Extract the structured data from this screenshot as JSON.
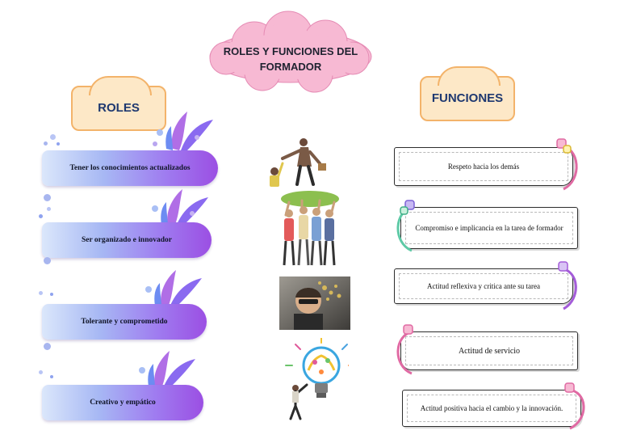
{
  "title": "ROLES Y FUNCIONES DEL FORMADOR",
  "roles_header": "ROLES",
  "functions_header": "FUNCIONES",
  "roles": [
    {
      "label": "Tener los conocimientos actualizados"
    },
    {
      "label": "Ser organizado e innovador"
    },
    {
      "label": "Tolerante y comprometido"
    },
    {
      "label": "Creativo y empático"
    }
  ],
  "functions": [
    {
      "label": "Respeto hacia los demás"
    },
    {
      "label": "Compromiso e implicancia en la tarea de formador"
    },
    {
      "label": "Actitud reflexiva y critica ante su tarea"
    },
    {
      "label": "Actitud de servicio"
    },
    {
      "label": "Actitud positiva hacia el cambio y la innovación."
    }
  ],
  "colors": {
    "cloud": "#f7b9d3",
    "plaque_fill": "#fde8c7",
    "plaque_border": "#f3b36a",
    "plaque_text": "#1e3870",
    "bar_start": "#dbe7fb",
    "bar_end": "#9b4fe3",
    "accent_pink": "#e06aa3",
    "accent_purple": "#a45cd9",
    "accent_green": "#5ec9a6"
  },
  "icons": [
    "splash-decoration-icon",
    "person-illustration-icon",
    "group-illustration-icon",
    "thinking-person-icon",
    "lightbulb-idea-icon"
  ]
}
